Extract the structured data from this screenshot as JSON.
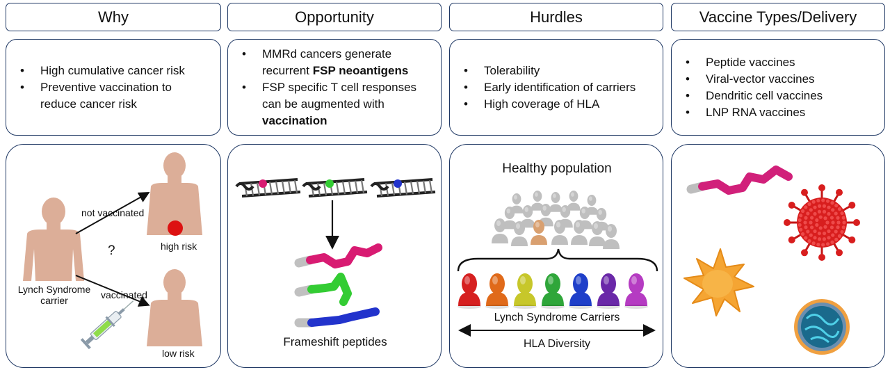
{
  "columns": [
    {
      "header": "Why",
      "bullets": [
        {
          "parts": [
            {
              "t": "High cumulative cancer risk",
              "b": false
            }
          ]
        },
        {
          "parts": [
            {
              "t": "Preventive vaccination to reduce cancer risk",
              "b": false
            }
          ]
        }
      ]
    },
    {
      "header": "Opportunity",
      "bullets": [
        {
          "parts": [
            {
              "t": "MMRd cancers generate recurrent ",
              "b": false
            },
            {
              "t": "FSP neoantigens",
              "b": true
            }
          ]
        },
        {
          "parts": [
            {
              "t": "FSP specific T cell responses can be augmented with ",
              "b": false
            },
            {
              "t": "vaccination",
              "b": true
            }
          ]
        }
      ]
    },
    {
      "header": "Hurdles",
      "bullets": [
        {
          "parts": [
            {
              "t": "Tolerability",
              "b": false
            }
          ]
        },
        {
          "parts": [
            {
              "t": "Early identification of carriers",
              "b": false
            }
          ]
        },
        {
          "parts": [
            {
              "t": "High coverage of HLA",
              "b": false
            }
          ]
        }
      ]
    },
    {
      "header": "Vaccine Types/Delivery",
      "bullets": [
        {
          "parts": [
            {
              "t": "Peptide vaccines",
              "b": false
            }
          ]
        },
        {
          "parts": [
            {
              "t": "Viral-vector vaccines",
              "b": false
            }
          ]
        },
        {
          "parts": [
            {
              "t": "Dendritic cell vaccines",
              "b": false
            }
          ]
        },
        {
          "parts": [
            {
              "t": "LNP RNA vaccines",
              "b": false
            }
          ]
        }
      ]
    }
  ],
  "why_panel": {
    "not_vaccinated": "not vaccinated",
    "vaccinated": "vaccinated",
    "question": "?",
    "high_risk": "high risk",
    "low_risk": "low risk",
    "carrier_line1": "Lynch Syndrome",
    "carrier_line2": "carrier"
  },
  "opportunity_panel": {
    "caption": "Frameshift peptides",
    "peptide_colors": [
      "#d81b72",
      "#33cc33",
      "#2233cc"
    ]
  },
  "hurdles_panel": {
    "title": "Healthy population",
    "carriers_label": "Lynch Syndrome Carriers",
    "diversity_label": "HLA Diversity",
    "figure_colors": [
      "#d62020",
      "#e06a1a",
      "#c7c72a",
      "#2fa63a",
      "#1f3fc9",
      "#6a28a8",
      "#b53bc2"
    ]
  },
  "colors": {
    "border": "#1f3864",
    "skin": "#dcae98",
    "tumor": "#dd1111"
  }
}
